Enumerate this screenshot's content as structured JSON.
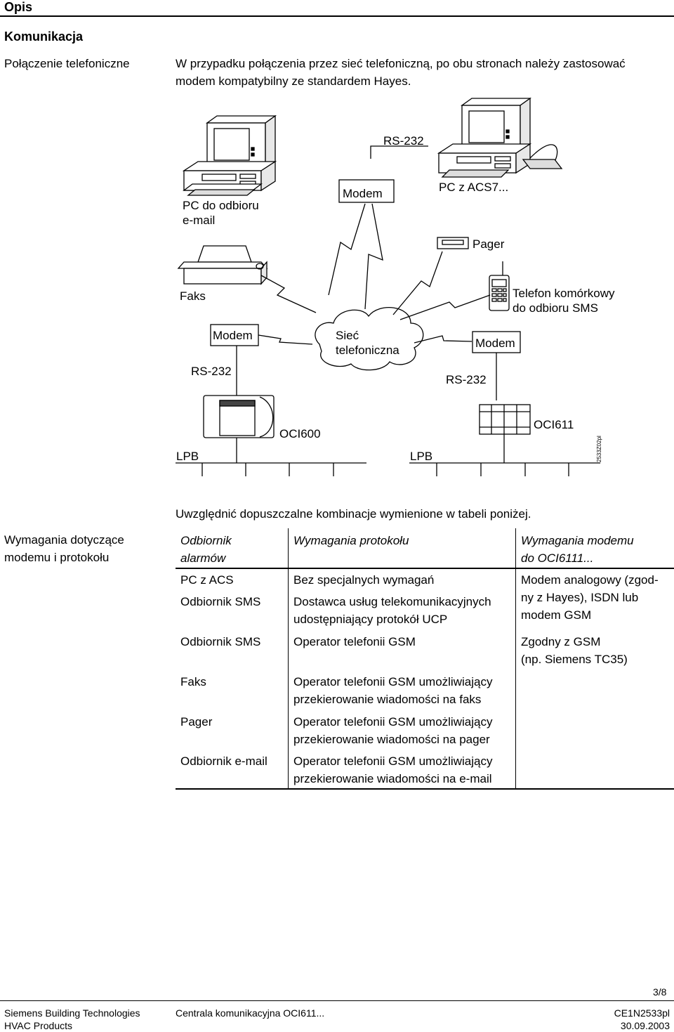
{
  "header": {
    "title": "Opis"
  },
  "section": {
    "title": "Komunikacja"
  },
  "connection": {
    "label": "Połączenie telefoniczne",
    "text_line1": "W przypadku połączenia przez sieć telefoniczną, po obu stronach należy zastosować",
    "text_line2": "modem kompatybilny ze standardem Hayes."
  },
  "diagram": {
    "rs232_top": "RS-232",
    "pc_email_line1": "PC do odbioru",
    "pc_email_line2": "e-mail",
    "modem_top": "Modem",
    "pc_acs": "PC z ACS7...",
    "pager": "Pager",
    "faks": "Faks",
    "mobile_line1": "Telefon komórkowy",
    "mobile_line2": "do odbioru SMS",
    "modem_left": "Modem",
    "network_line1": "Sieć",
    "network_line2": "telefoniczna",
    "modem_right": "Modem",
    "rs232_left": "RS-232",
    "rs232_right": "RS-232",
    "oci600": "OCI600",
    "oci611": "OCI611",
    "lpb_left": "LPB",
    "lpb_right": "LPB",
    "figure_code": "2533Z02pl"
  },
  "note": "Uwzględnić dopuszczalne kombinacje wymienione w tabeli poniżej.",
  "requirements": {
    "label_line1": "Wymagania dotyczące",
    "label_line2": "modemu i protokołu",
    "headers": {
      "receiver_line1": "Odbiornik",
      "receiver_line2": "alarmów",
      "protocol": "Wymagania protokołu",
      "modem_line1": "Wymagania modemu",
      "modem_line2": "do OCI6111..."
    },
    "rows": [
      {
        "receiver": "PC z ACS",
        "protocol_line1": "Bez specjalnych wymagań",
        "protocol_line2": ""
      },
      {
        "receiver": "Odbiornik SMS",
        "protocol_line1": "Dostawca usług telekomunikacyjnych",
        "protocol_line2": "udostępniający protokół UCP"
      },
      {
        "receiver": "Odbiornik SMS",
        "protocol_line1": "Operator telefonii GSM",
        "protocol_line2": ""
      },
      {
        "receiver": "Faks",
        "protocol_line1": "Operator telefonii GSM umożliwiający",
        "protocol_line2": "przekierowanie wiadomości na faks"
      },
      {
        "receiver": "Pager",
        "protocol_line1": "Operator telefonii GSM umożliwiający",
        "protocol_line2": "przekierowanie wiadomości na pager"
      },
      {
        "receiver": "Odbiornik e-mail",
        "protocol_line1": "Operator telefonii GSM umożliwiający",
        "protocol_line2": "przekierowanie wiadomości na e-mail"
      }
    ],
    "modem_req_a_line1": "Modem analogowy (zgod-",
    "modem_req_a_line2": "ny z Hayes), ISDN lub",
    "modem_req_a_line3": "modem GSM",
    "modem_req_b_line1": "Zgodny z GSM",
    "modem_req_b_line2": "(np. Siemens TC35)"
  },
  "footer": {
    "page": "3/8",
    "company": "Siemens Building Technologies",
    "division": "HVAC Products",
    "doc_title": "Centrala komunikacyjna OCI611...",
    "doc_code": "CE1N2533pl",
    "date": "30.09.2003"
  }
}
